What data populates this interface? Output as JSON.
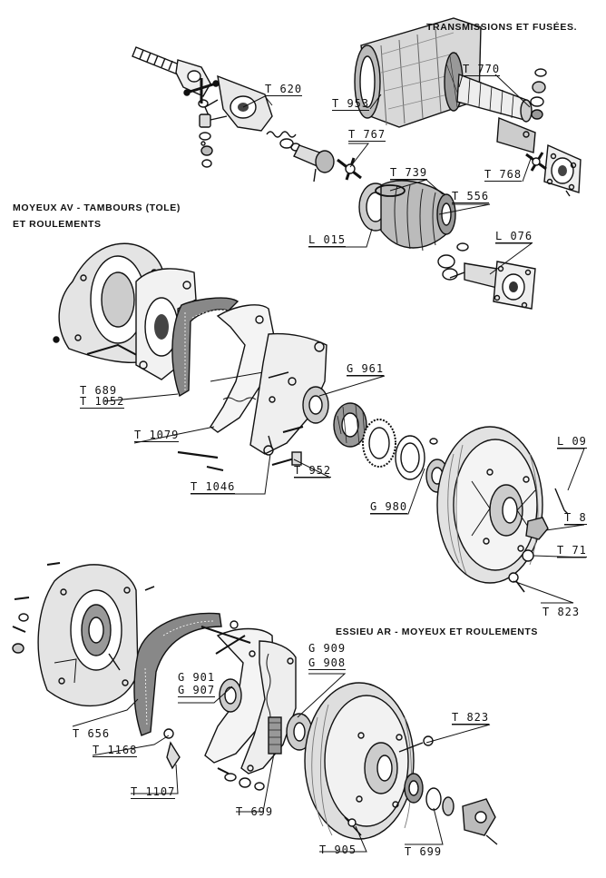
{
  "titles": {
    "transmissions": "TRANSMISSIONS ET FUSÉES.",
    "moyeux_av_line1": "MOYEUX AV - TAMBOURS (TOLE)",
    "moyeux_av_line2": "ET ROULEMENTS",
    "essieu_ar": "ESSIEU AR - MOYEUX ET ROULEMENTS"
  },
  "parts": {
    "t620": "T 620",
    "t953": "T 953",
    "t770": "T 770",
    "t767": "T 767",
    "t739": "T 739",
    "t768": "T 768",
    "t556": "T 556",
    "l015": "L 015",
    "l076": "L 076",
    "g961": "G 961",
    "t689": "T 689",
    "t1052": "T 1052",
    "t1079": "T 1079",
    "t952": "T 952",
    "t1046": "T 1046",
    "g980": "G 980",
    "l09": "L 09",
    "t8": "T 8",
    "t71": "T 71",
    "t823a": "T 823",
    "g909": "G 909",
    "g908": "G 908",
    "g901": "G 901",
    "g907": "G 907",
    "t656": "T 656",
    "t1168": "T 1168",
    "t1107": "T 1107",
    "t699a": "T 699",
    "t823b": "T 823",
    "t905": "T 905",
    "t699b": "T 699"
  }
}
